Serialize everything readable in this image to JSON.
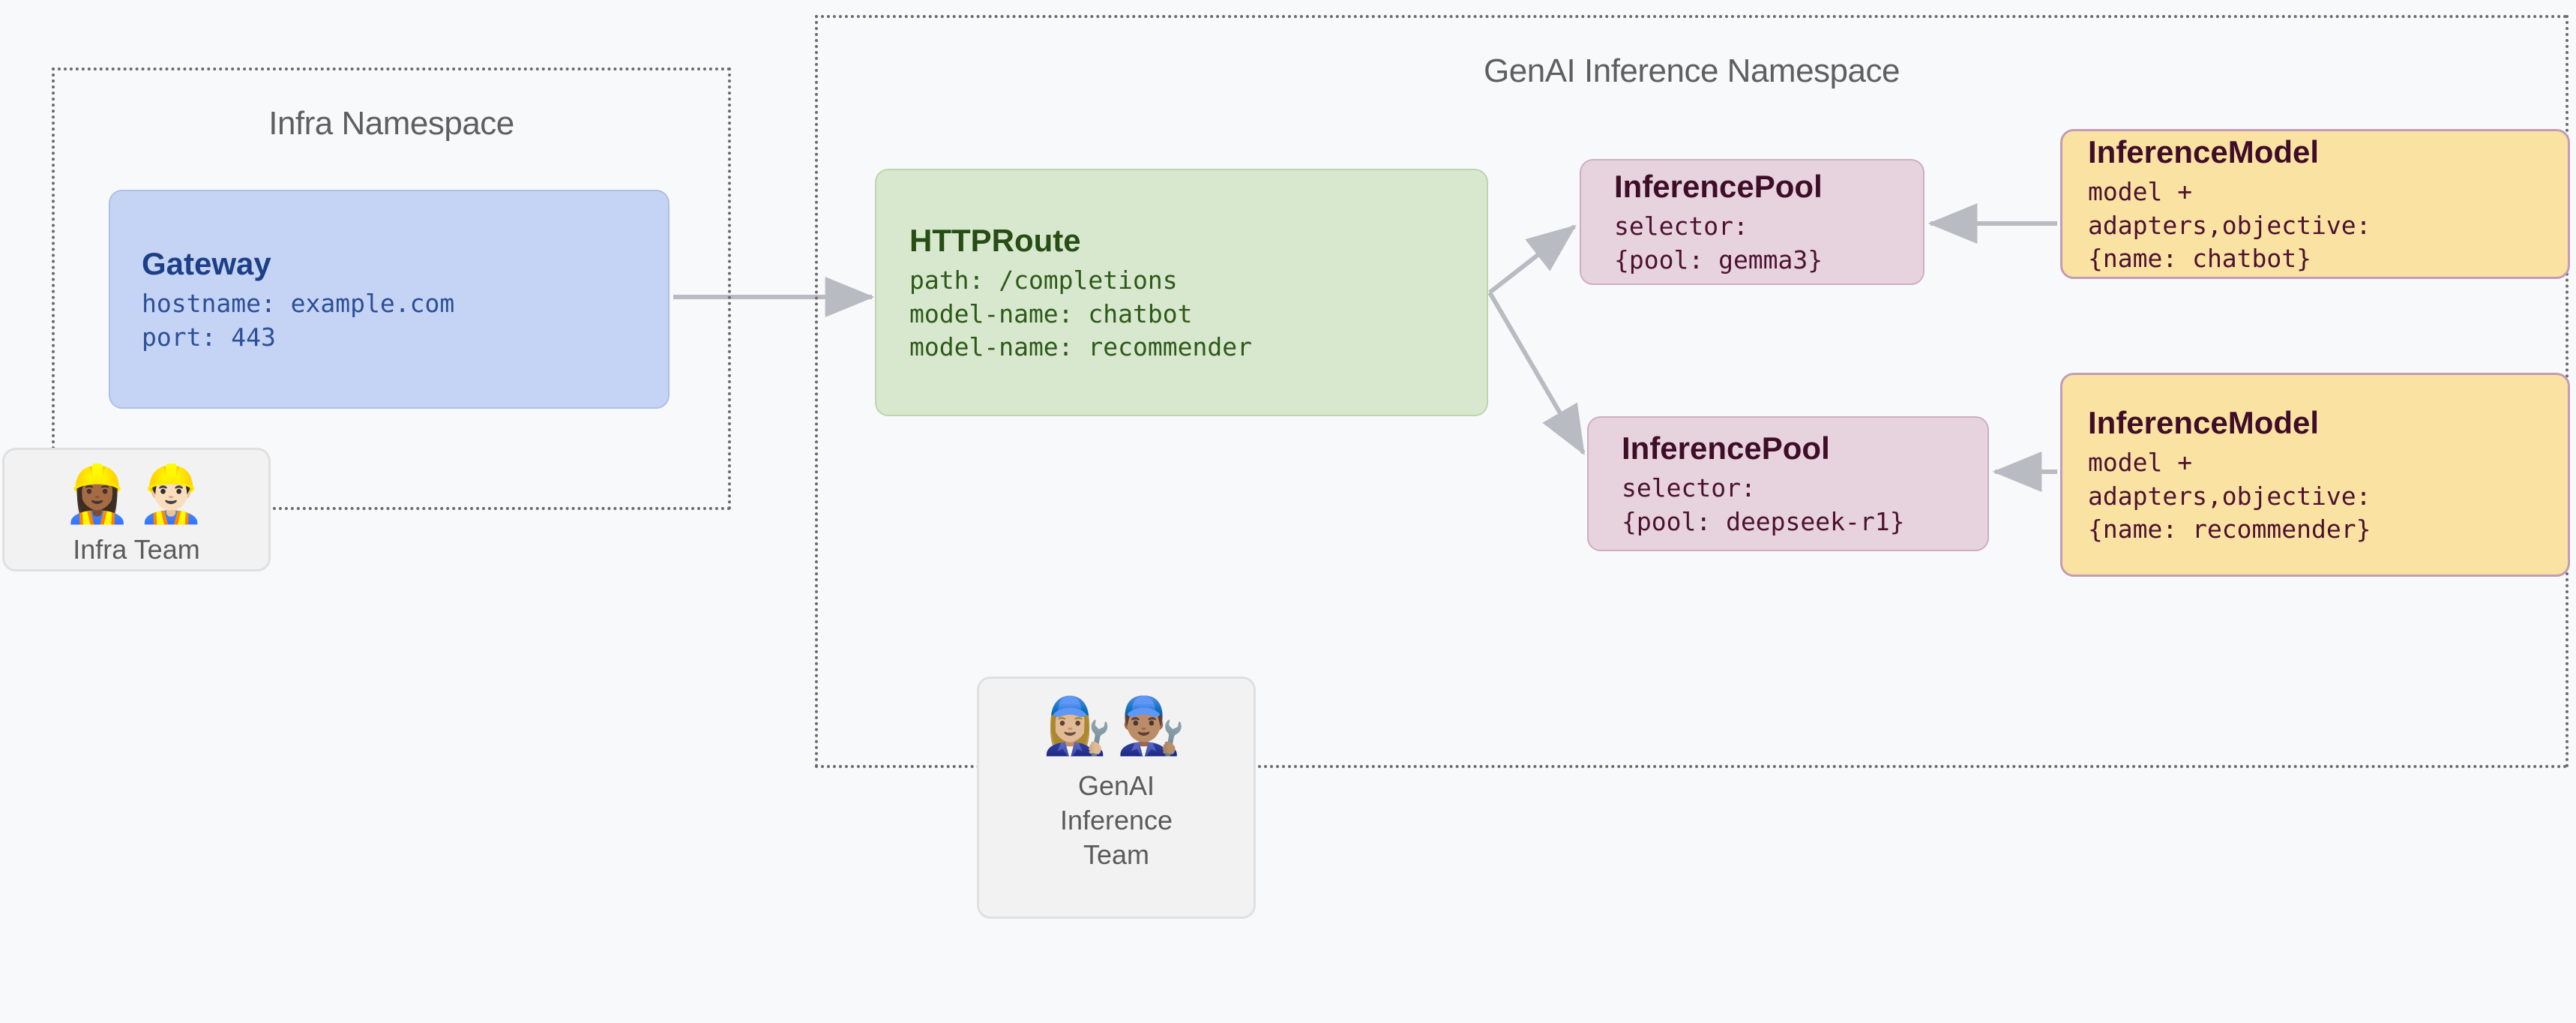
{
  "diagram": {
    "background_color": "#f8f9fb",
    "namespaces": [
      {
        "id": "infra",
        "title": "Infra Namespace"
      },
      {
        "id": "genai",
        "title": "GenAI Inference Namespace"
      }
    ],
    "nodes": {
      "gateway": {
        "title": "Gateway",
        "color": "#c5d4f4",
        "lines": [
          "hostname: example.com",
          "port: 443"
        ]
      },
      "httproute": {
        "title": "HTTPRoute",
        "color": "#d8e8cf",
        "lines": [
          "path: /completions",
          "model-name: chatbot",
          "model-name: recommender"
        ]
      },
      "pool_chatbot": {
        "title": "InferencePool",
        "color": "#e6d3dd",
        "lines": [
          "selector:",
          "{pool: gemma3}"
        ]
      },
      "pool_recommender": {
        "title": "InferencePool",
        "color": "#e6d3dd",
        "lines": [
          "selector:",
          "{pool: deepseek-r1}"
        ]
      },
      "model_chatbot": {
        "title": "InferenceModel",
        "color": "#fae3a2",
        "lines": [
          "model +",
          "adapters,objective:",
          "{name: chatbot}"
        ]
      },
      "model_recommender": {
        "title": "InferenceModel",
        "color": "#fae3a2",
        "lines": [
          "model +",
          "adapters,objective:",
          "{name: recommender}"
        ]
      }
    },
    "teams": [
      {
        "id": "infra-team",
        "label": "Infra Team",
        "emojis": "👷🏾‍♀️👷🏻‍♂️",
        "icon_names": [
          "construction-worker-woman-icon",
          "construction-worker-man-icon"
        ]
      },
      {
        "id": "genai-inference-team",
        "label": "GenAI\nInference\nTeam",
        "emojis": "👩🏼‍🔧👨🏽‍🔧",
        "icon_names": [
          "mechanic-woman-icon",
          "mechanic-man-icon"
        ]
      }
    ],
    "edges": [
      {
        "id": "gateway-to-httproute",
        "from": "gateway",
        "to": "httproute"
      },
      {
        "id": "httproute-to-pool-chatbot",
        "from": "httproute",
        "to": "pool_chatbot"
      },
      {
        "id": "httproute-to-pool-recommender",
        "from": "httproute",
        "to": "pool_recommender"
      },
      {
        "id": "model-chatbot-to-pool-chatbot",
        "from": "model_chatbot",
        "to": "pool_chatbot"
      },
      {
        "id": "model-recommender-to-pool-recommender",
        "from": "model_recommender",
        "to": "pool_recommender"
      }
    ],
    "edge_color": "#b8bcc2"
  }
}
